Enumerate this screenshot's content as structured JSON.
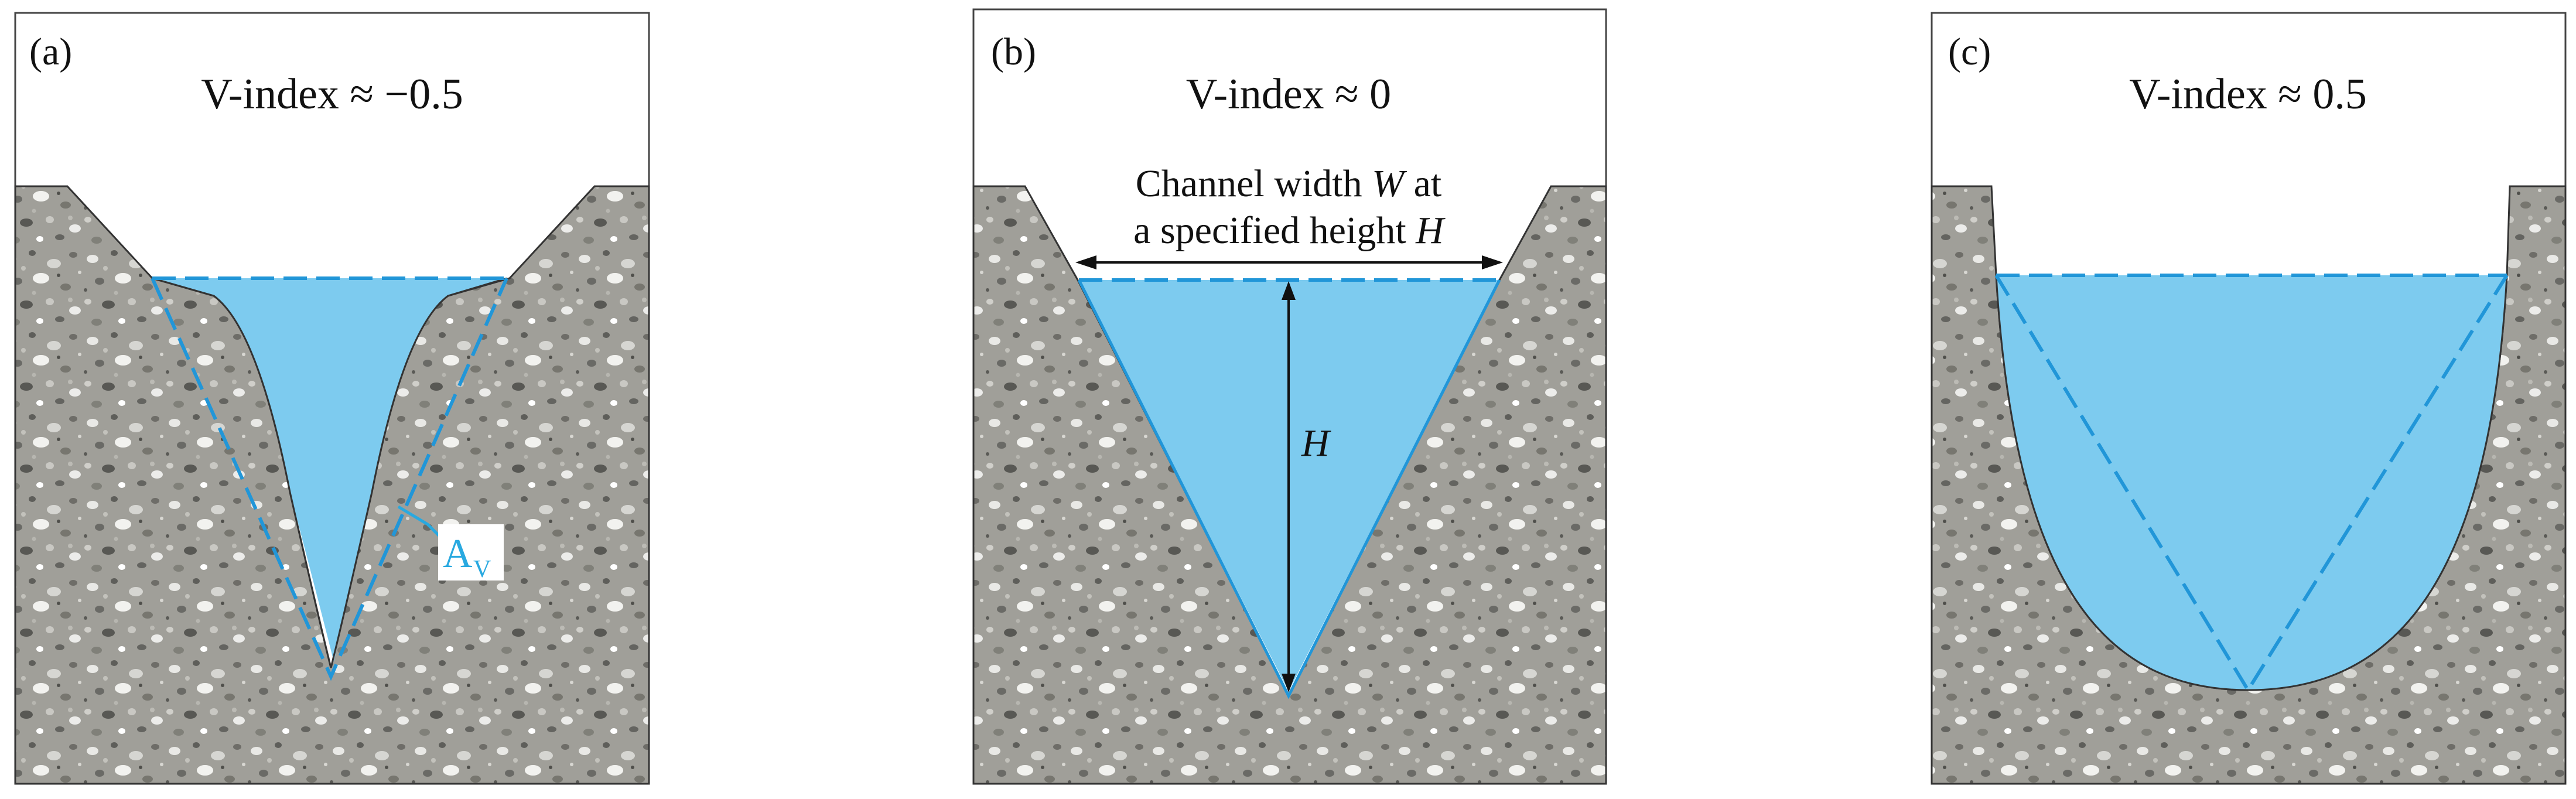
{
  "panels": [
    {
      "label": "(a)",
      "title": "V-index ≈ −0.5",
      "area_label": "A",
      "area_sub": "V"
    },
    {
      "label": "(b)",
      "title": "V-index ≈ 0",
      "width_line1": "Channel width ",
      "width_W": "W",
      "width_line1_tail": " at",
      "width_line2": "a specified height ",
      "width_H": "H",
      "height_label": "H"
    },
    {
      "label": "(c)",
      "title": "V-index ≈ 0.5"
    }
  ],
  "colors": {
    "water": "#7dcbef",
    "dashed": "#2196d8",
    "gravel_base": "#9c9c96",
    "border": "#444444",
    "text": "#111111"
  }
}
